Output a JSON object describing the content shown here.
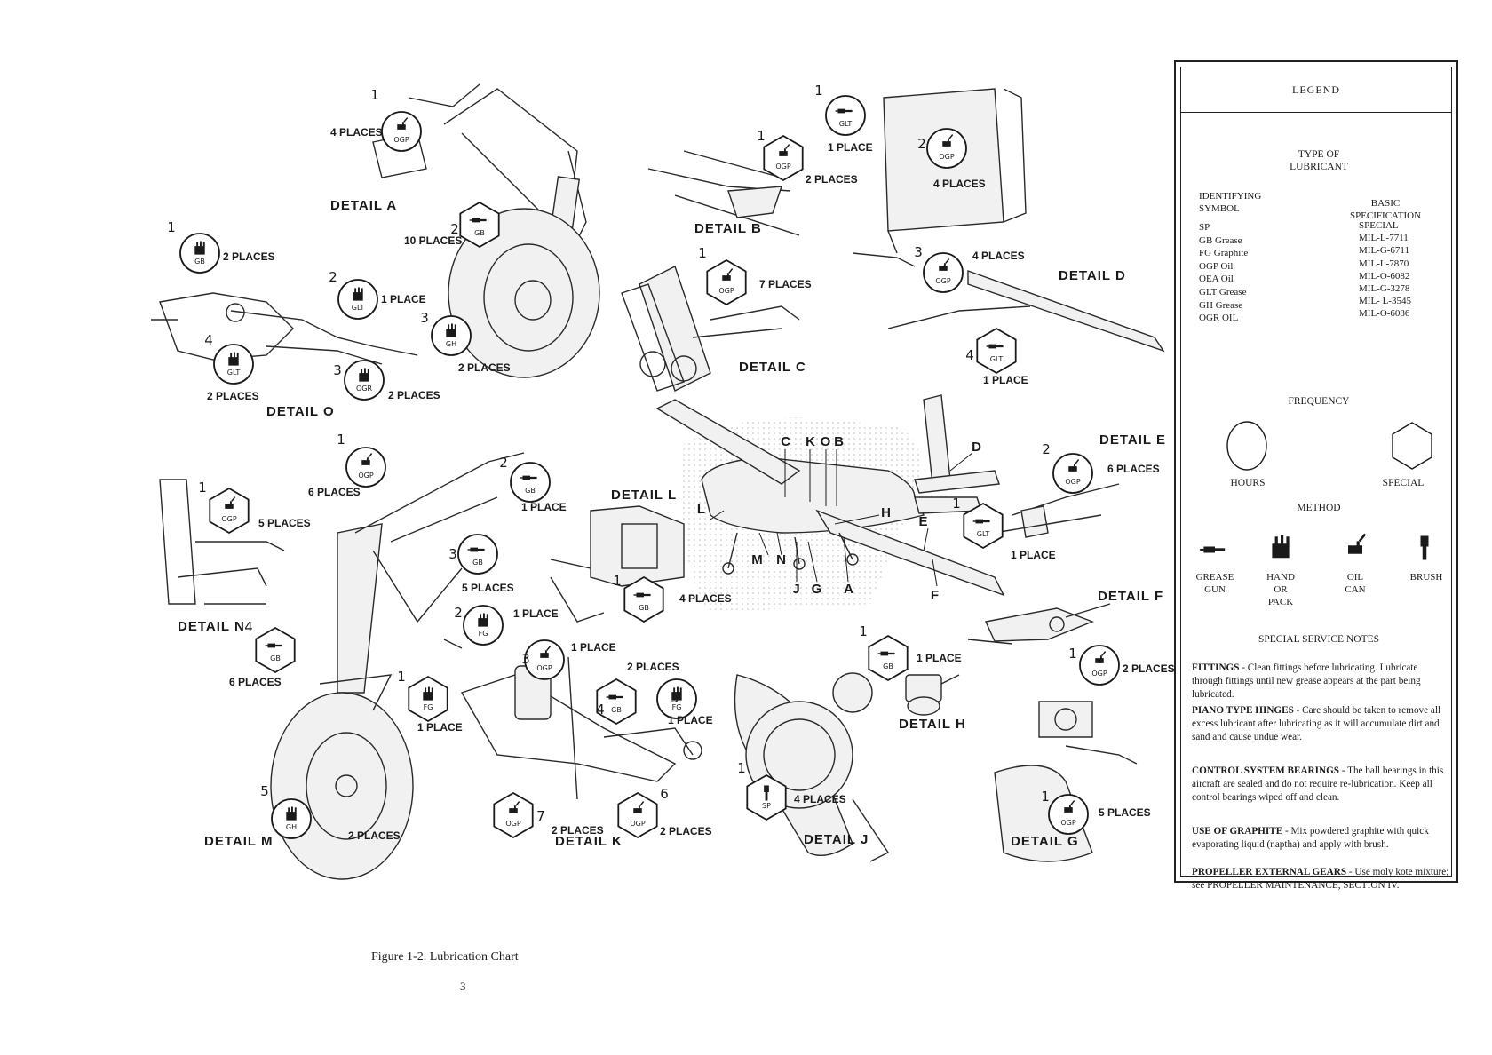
{
  "legend": {
    "title": "LEGEND",
    "type_heading": "TYPE OF\nLUBRICANT",
    "col_symbol": "IDENTIFYING\nSYMBOL",
    "col_spec": "BASIC\nSPECIFICATION",
    "rows": [
      {
        "symbol": "SP",
        "spec": "SPECIAL"
      },
      {
        "symbol": "GB Grease",
        "spec": "MIL-L-7711"
      },
      {
        "symbol": "FG Graphite",
        "spec": "MIL-G-6711"
      },
      {
        "symbol": "OGP Oil",
        "spec": "MIL-L-7870"
      },
      {
        "symbol": "OEA Oil",
        "spec": "MIL-O-6082"
      },
      {
        "symbol": "GLT Grease",
        "spec": "MIL-G-3278"
      },
      {
        "symbol": "GH Grease",
        "spec": "MIL- L-3545"
      },
      {
        "symbol": "OGR OIL",
        "spec": "MIL-O-6086"
      }
    ],
    "frequency_heading": "FREQUENCY",
    "freq_hours": "HOURS",
    "freq_special": "SPECIAL",
    "method_heading": "METHOD",
    "methods": [
      "GREASE\nGUN",
      "HAND\nOR\nPACK",
      "OIL\nCAN",
      "BRUSH"
    ],
    "notes_heading": "SPECIAL SERVICE NOTES",
    "notes": [
      {
        "head": "FITTINGS",
        "text": " - Clean fittings before lubricating. Lubricate through fittings until new grease appears at the part being lubricated."
      },
      {
        "head": "PIANO TYPE HINGES",
        "text": " - Care should be taken to remove all excess lubricant after lubricating as it will accumulate dirt and sand and cause undue wear."
      },
      {
        "head": "CONTROL SYSTEM BEARINGS",
        "text": " - The ball bearings in this aircraft are sealed and do not require re-lubrication. Keep all control bearings wiped off and clean."
      },
      {
        "head": "USE OF GRAPHITE",
        "text": " - Mix powdered graphite with quick evaporating liquid (naptha) and apply with brush."
      },
      {
        "head": "PROPELLER EXTERNAL GEARS",
        "text": " - Use moly kote mixture; see PROPELLER MAINTENANCE, SECTION IV."
      }
    ]
  },
  "details": [
    {
      "id": "A",
      "label": "DETAIL A"
    },
    {
      "id": "B",
      "label": "DETAIL B"
    },
    {
      "id": "C",
      "label": "DETAIL C"
    },
    {
      "id": "D",
      "label": "DETAIL D"
    },
    {
      "id": "E",
      "label": "DETAIL E"
    },
    {
      "id": "F",
      "label": "DETAIL F"
    },
    {
      "id": "G",
      "label": "DETAIL G"
    },
    {
      "id": "H",
      "label": "DETAIL H"
    },
    {
      "id": "J",
      "label": "DETAIL J"
    },
    {
      "id": "K",
      "label": "DETAIL K"
    },
    {
      "id": "L",
      "label": "DETAIL L"
    },
    {
      "id": "M",
      "label": "DETAIL M"
    },
    {
      "id": "N",
      "label": "DETAIL N"
    },
    {
      "id": "O",
      "label": "DETAIL O"
    }
  ],
  "callouts": [
    {
      "num": "1",
      "shape": "circle",
      "method": "oil",
      "sym": "OGP",
      "places": "4 PLACES"
    },
    {
      "num": "2",
      "shape": "hexagon",
      "method": "gun",
      "sym": "GB",
      "places": "10 PLACES"
    },
    {
      "num": "3",
      "shape": "circle",
      "method": "hand",
      "sym": "GH",
      "places": "2 PLACES"
    },
    {
      "num": "1",
      "shape": "hexagon",
      "method": "oil",
      "sym": "OGP",
      "places": "2 PLACES"
    },
    {
      "num": "1",
      "shape": "hexagon",
      "method": "oil",
      "sym": "OGP",
      "places": "7 PLACES"
    },
    {
      "num": "1",
      "shape": "circle",
      "method": "gun",
      "sym": "GLT",
      "places": "1 PLACE"
    },
    {
      "num": "2",
      "shape": "circle",
      "method": "oil",
      "sym": "OGP",
      "places": "4 PLACES"
    },
    {
      "num": "3",
      "shape": "circle",
      "method": "oil",
      "sym": "OGP",
      "places": "4 PLACES"
    },
    {
      "num": "4",
      "shape": "hexagon",
      "method": "gun",
      "sym": "GLT",
      "places": "1 PLACE"
    },
    {
      "num": "1",
      "shape": "circle",
      "method": "hand",
      "sym": "GB",
      "places": "2 PLACES"
    },
    {
      "num": "2",
      "shape": "circle",
      "method": "hand",
      "sym": "GLT",
      "places": "1 PLACE"
    },
    {
      "num": "4",
      "shape": "circle",
      "method": "hand",
      "sym": "GLT",
      "places": "2 PLACES"
    },
    {
      "num": "3",
      "shape": "circle",
      "method": "hand",
      "sym": "OGR",
      "places": "2 PLACES"
    },
    {
      "num": "1",
      "shape": "hexagon",
      "method": "oil",
      "sym": "OGP",
      "places": "5 PLACES"
    },
    {
      "num": "1",
      "shape": "circle",
      "method": "oil",
      "sym": "OGP",
      "places": "6 PLACES"
    },
    {
      "num": "2",
      "shape": "circle",
      "method": "gun",
      "sym": "GB",
      "places": "1 PLACE"
    },
    {
      "num": "3",
      "shape": "circle",
      "method": "gun",
      "sym": "GB",
      "places": "5 PLACES"
    },
    {
      "num": "4",
      "shape": "hexagon",
      "method": "gun",
      "sym": "GB",
      "places": "6 PLACES"
    },
    {
      "num": "5",
      "shape": "circle",
      "method": "hand",
      "sym": "GH",
      "places": "2 PLACES"
    },
    {
      "num": "1",
      "shape": "hexagon",
      "method": "gun",
      "sym": "GB",
      "places": "4 PLACES"
    },
    {
      "num": "2",
      "shape": "circle",
      "method": "hand",
      "sym": "FG",
      "places": "1 PLACE"
    },
    {
      "num": "1",
      "shape": "hexagon",
      "method": "hand",
      "sym": "FG",
      "places": "1 PLACE"
    },
    {
      "num": "3",
      "shape": "circle",
      "method": "oil",
      "sym": "OGP",
      "places": "1 PLACE"
    },
    {
      "num": "4",
      "shape": "hexagon",
      "method": "gun",
      "sym": "GB",
      "places": "2 PLACES"
    },
    {
      "num": "5",
      "shape": "circle",
      "method": "hand",
      "sym": "FG",
      "places": "1 PLACE"
    },
    {
      "num": "7",
      "shape": "hexagon",
      "method": "oil",
      "sym": "OGP",
      "places": "2 PLACES"
    },
    {
      "num": "6",
      "shape": "hexagon",
      "method": "oil",
      "sym": "OGP",
      "places": "2 PLACES"
    },
    {
      "num": "1",
      "shape": "hexagon",
      "method": "brush",
      "sym": "SP",
      "places": "4 PLACES"
    },
    {
      "num": "1",
      "shape": "hexagon",
      "method": "gun",
      "sym": "GB",
      "places": "1 PLACE"
    },
    {
      "num": "2",
      "shape": "circle",
      "method": "oil",
      "sym": "OGP",
      "places": "6 PLACES"
    },
    {
      "num": "1",
      "shape": "hexagon",
      "method": "gun",
      "sym": "GLT",
      "places": "1 PLACE"
    },
    {
      "num": "1",
      "shape": "circle",
      "method": "oil",
      "sym": "OGP",
      "places": "2 PLACES"
    },
    {
      "num": "1",
      "shape": "circle",
      "method": "oil",
      "sym": "OGP",
      "places": "5 PLACES"
    }
  ],
  "aircraft_letters": [
    "C",
    "K",
    "O",
    "B",
    "D",
    "L",
    "H",
    "E",
    "M",
    "N",
    "J",
    "G",
    "A",
    "F"
  ],
  "caption": "Figure 1-2.  Lubrication Chart",
  "page_number": "3"
}
